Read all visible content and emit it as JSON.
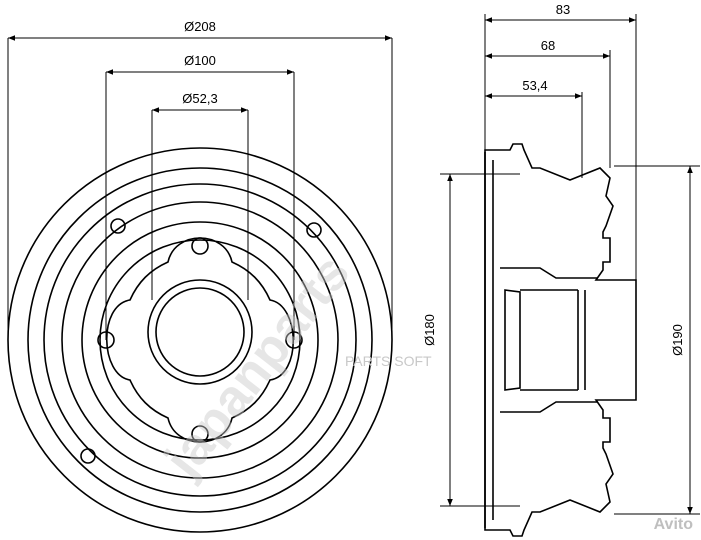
{
  "dimensions": {
    "overall_diameter": "Ø208",
    "bolt_circle": "Ø100",
    "center_bore": "Ø52,3",
    "total_height": "83",
    "height_68": "68",
    "height_53": "53,4",
    "inner_diameter": "Ø180",
    "outer_diameter": "Ø190"
  },
  "watermarks": {
    "brand": "japanparts",
    "site": "PARTS SOFT",
    "corner_logo": "Avito"
  }
}
